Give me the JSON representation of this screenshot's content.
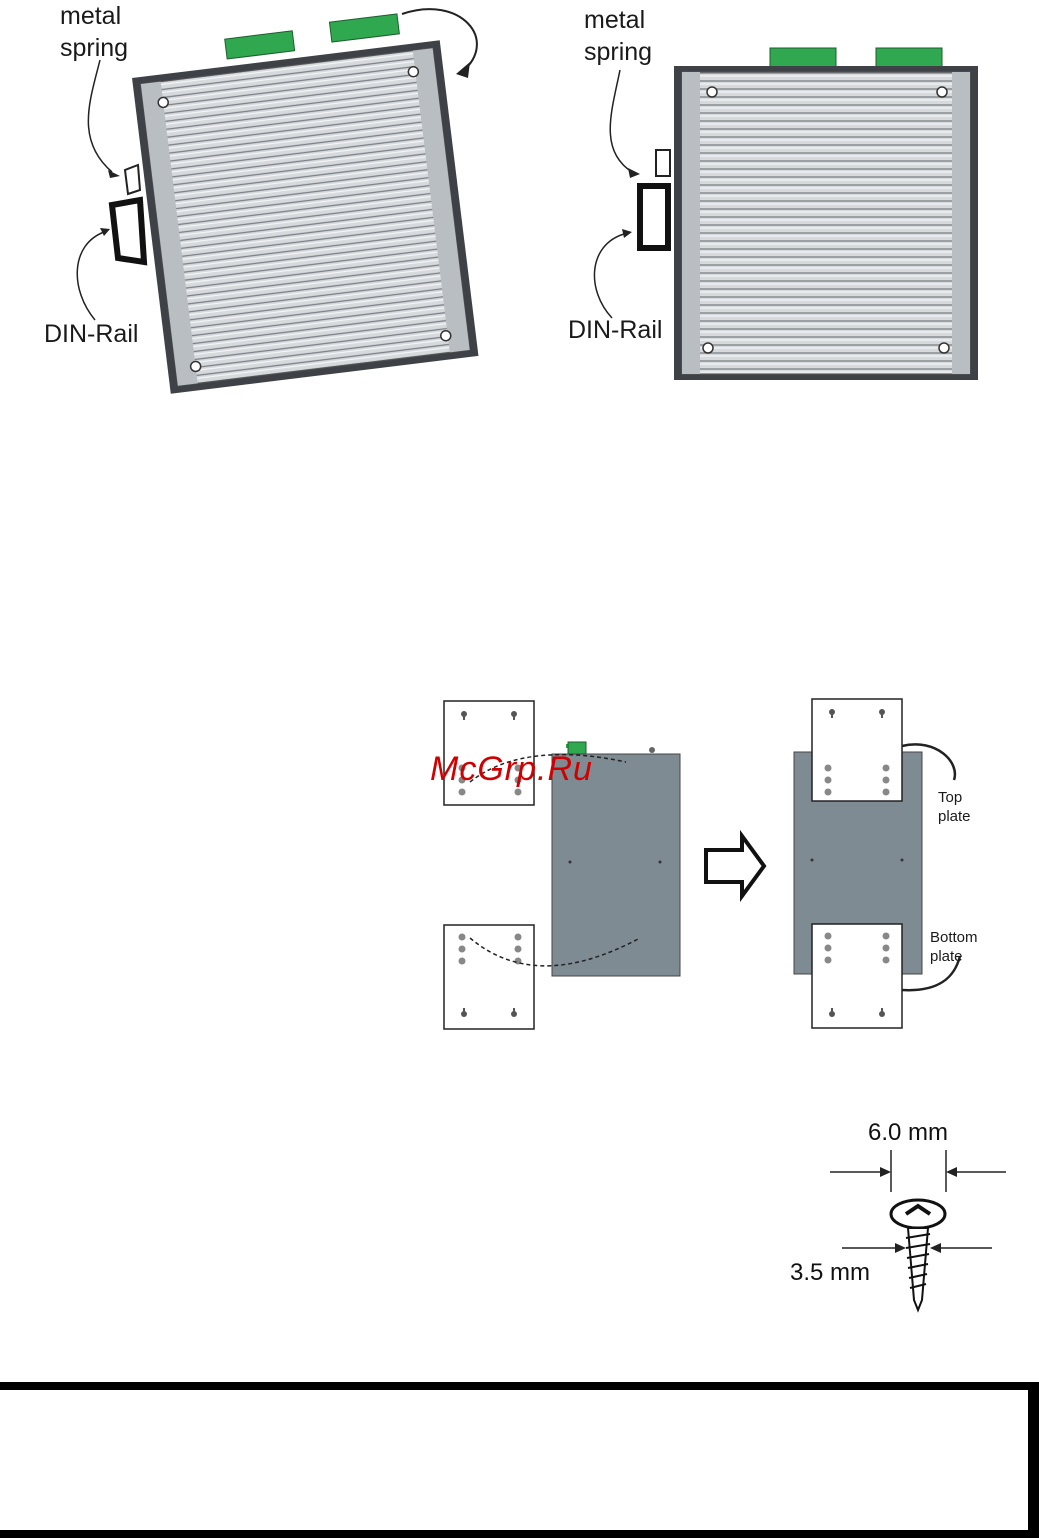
{
  "figure_left": {
    "spring_label_line1": "metal",
    "spring_label_line2": "spring",
    "rail_label": "DIN-Rail"
  },
  "figure_right": {
    "spring_label_line1": "metal",
    "spring_label_line2": "spring",
    "rail_label": "DIN-Rail"
  },
  "wall_mount": {
    "watermark": "McGrp.Ru",
    "top_plate_line1": "Top",
    "top_plate_line2": "plate",
    "bottom_plate_line1": "Bottom",
    "bottom_plate_line2": "plate"
  },
  "screw": {
    "head_dimension": "6.0 mm",
    "shaft_dimension": "3.5 mm"
  },
  "colors": {
    "terminal_green": "#2fa84f",
    "housing_gray": "#c9cdd2",
    "plate_gray": "#7f8b93",
    "watermark_red": "#d00000"
  }
}
